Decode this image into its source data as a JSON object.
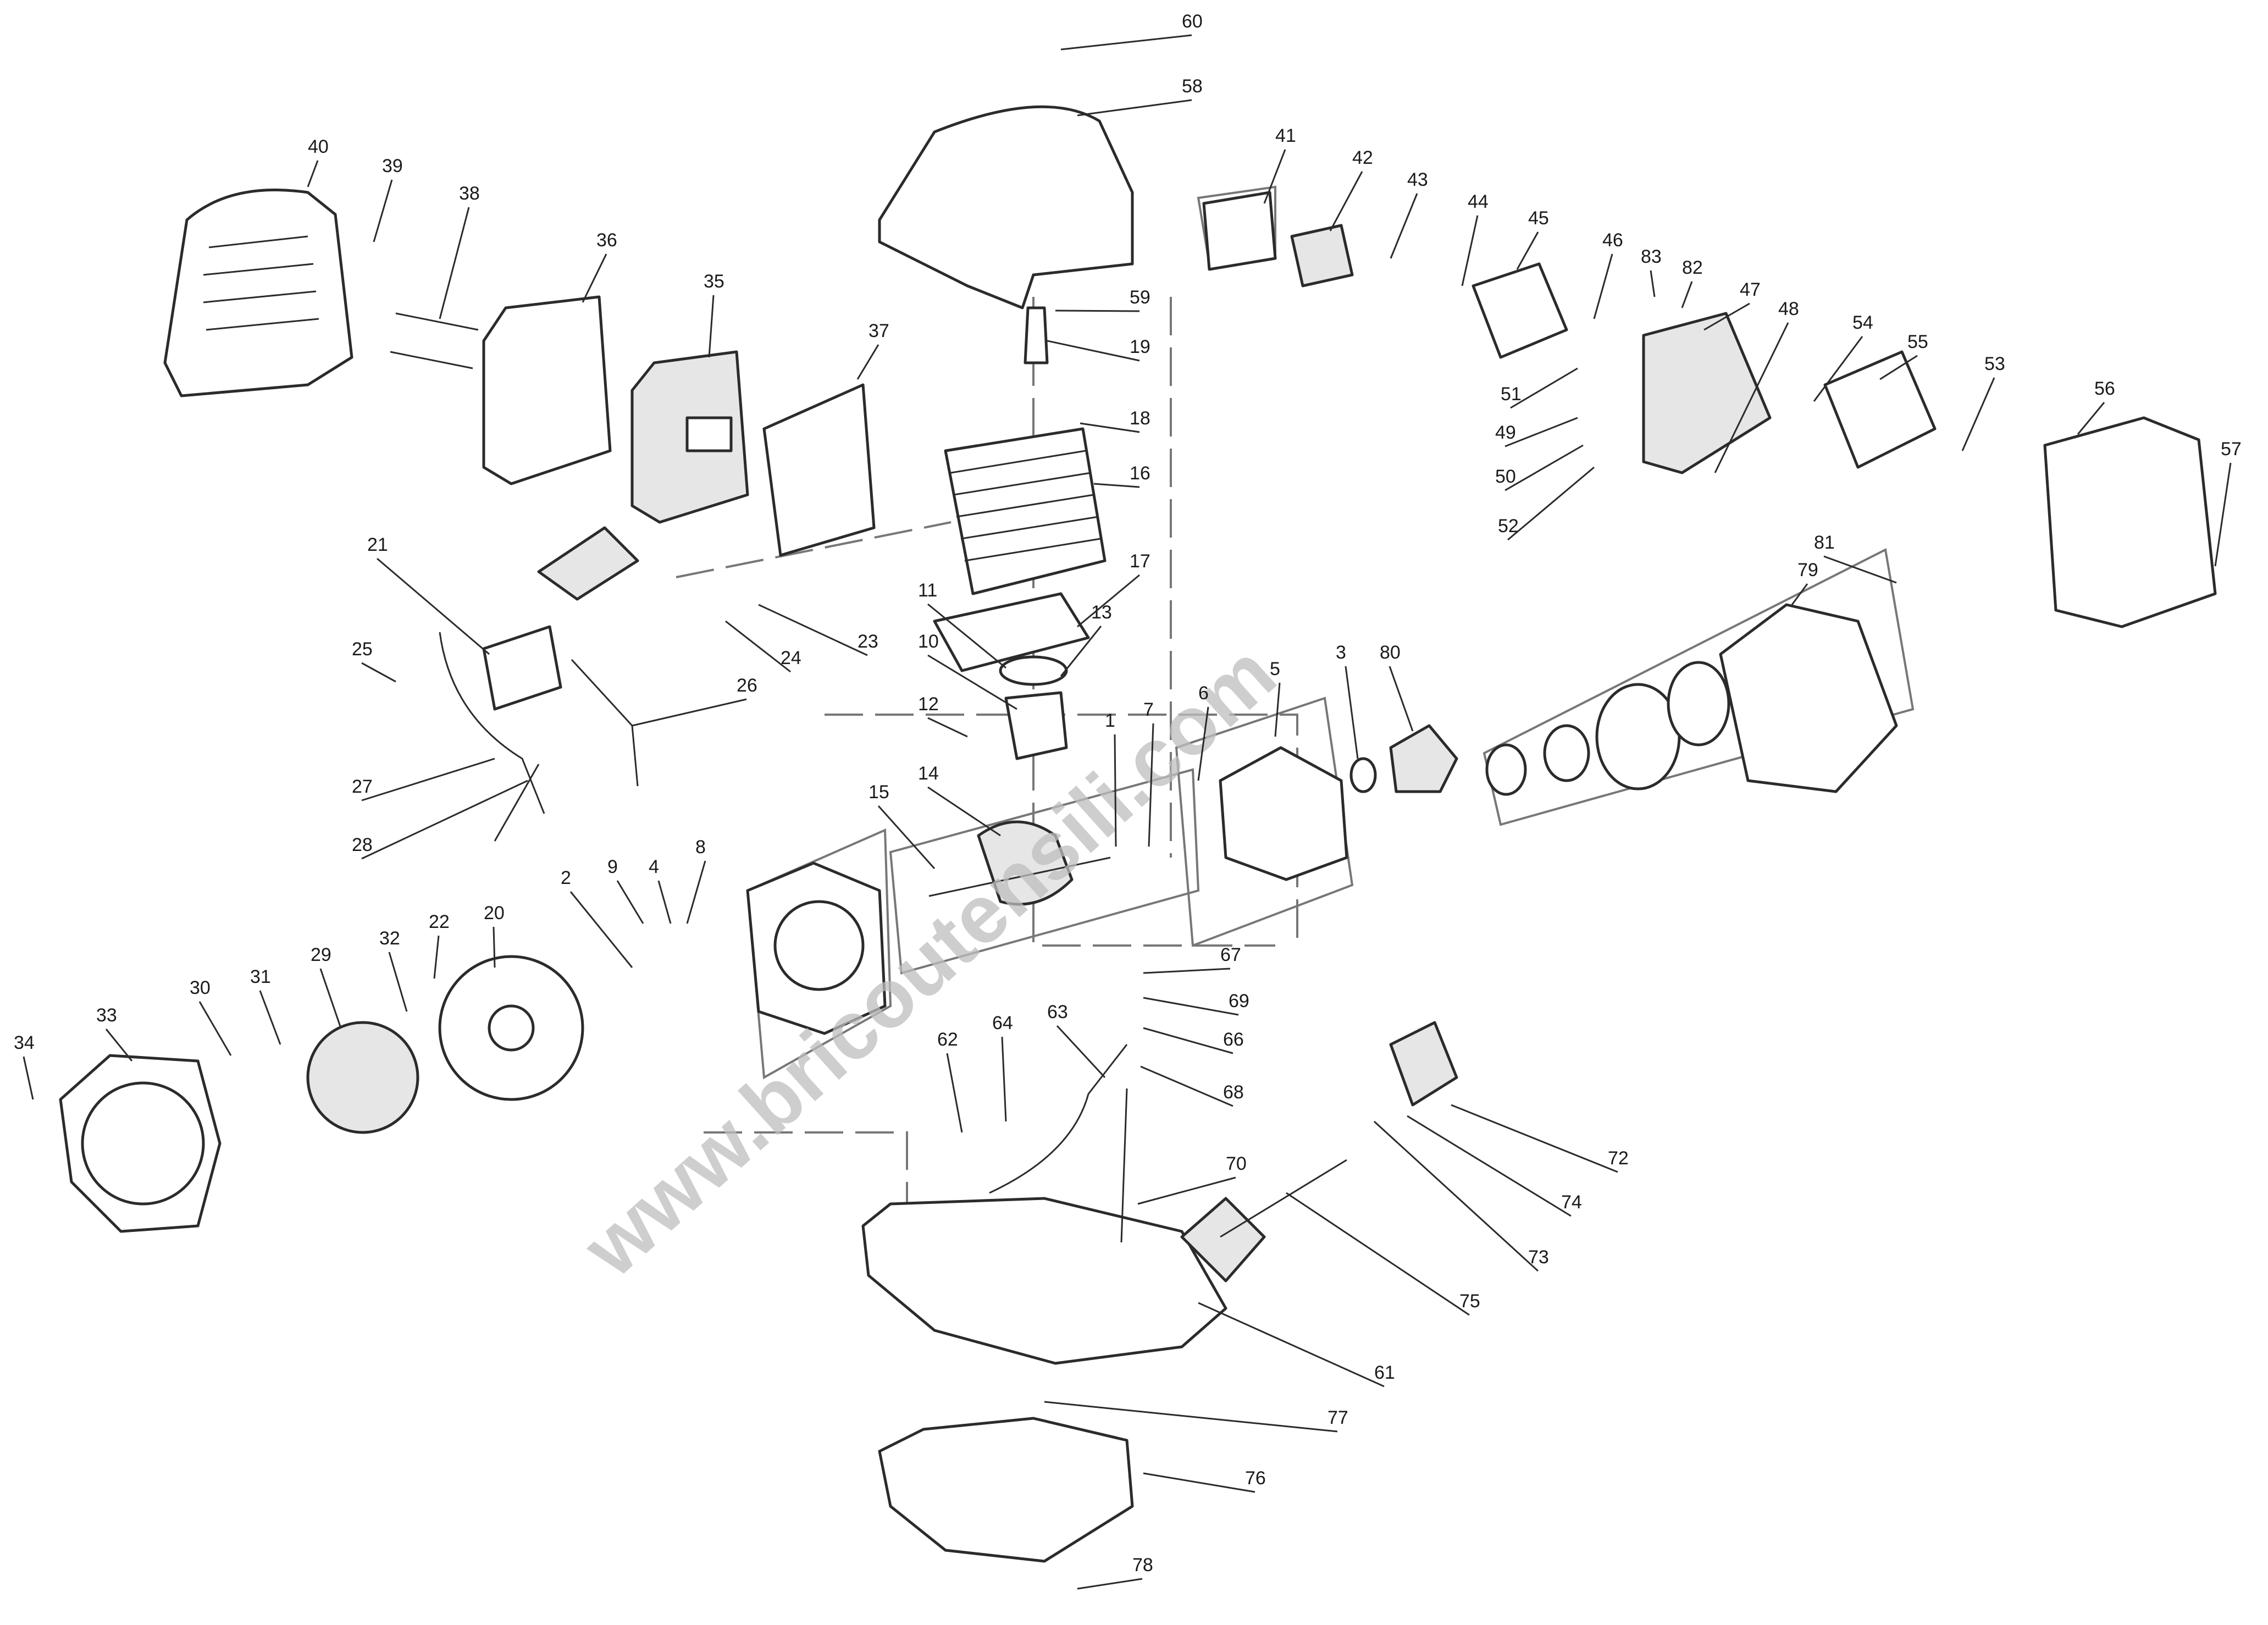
{
  "watermark": "www.bricoutensili.com",
  "callouts": [
    {
      "n": "1"
    },
    {
      "n": "2"
    },
    {
      "n": "3"
    },
    {
      "n": "4"
    },
    {
      "n": "5"
    },
    {
      "n": "6"
    },
    {
      "n": "7"
    },
    {
      "n": "8"
    },
    {
      "n": "9"
    },
    {
      "n": "10"
    },
    {
      "n": "11"
    },
    {
      "n": "12"
    },
    {
      "n": "13"
    },
    {
      "n": "14"
    },
    {
      "n": "15"
    },
    {
      "n": "16"
    },
    {
      "n": "17"
    },
    {
      "n": "18"
    },
    {
      "n": "19"
    },
    {
      "n": "20"
    },
    {
      "n": "21"
    },
    {
      "n": "22"
    },
    {
      "n": "23"
    },
    {
      "n": "24"
    },
    {
      "n": "25"
    },
    {
      "n": "26"
    },
    {
      "n": "27"
    },
    {
      "n": "28"
    },
    {
      "n": "29"
    },
    {
      "n": "30"
    },
    {
      "n": "31"
    },
    {
      "n": "32"
    },
    {
      "n": "33"
    },
    {
      "n": "34"
    },
    {
      "n": "35"
    },
    {
      "n": "36"
    },
    {
      "n": "37"
    },
    {
      "n": "38"
    },
    {
      "n": "39"
    },
    {
      "n": "40"
    },
    {
      "n": "41"
    },
    {
      "n": "42"
    },
    {
      "n": "43"
    },
    {
      "n": "44"
    },
    {
      "n": "45"
    },
    {
      "n": "46"
    },
    {
      "n": "47"
    },
    {
      "n": "48"
    },
    {
      "n": "49"
    },
    {
      "n": "50"
    },
    {
      "n": "51"
    },
    {
      "n": "52"
    },
    {
      "n": "53"
    },
    {
      "n": "54"
    },
    {
      "n": "55"
    },
    {
      "n": "56"
    },
    {
      "n": "57"
    },
    {
      "n": "58"
    },
    {
      "n": "59"
    },
    {
      "n": "60"
    },
    {
      "n": "61"
    },
    {
      "n": "62"
    },
    {
      "n": "63"
    },
    {
      "n": "64"
    },
    {
      "n": "66"
    },
    {
      "n": "67"
    },
    {
      "n": "68"
    },
    {
      "n": "69"
    },
    {
      "n": "70"
    },
    {
      "n": "72"
    },
    {
      "n": "73"
    },
    {
      "n": "74"
    },
    {
      "n": "75"
    },
    {
      "n": "76"
    },
    {
      "n": "77"
    },
    {
      "n": "78"
    },
    {
      "n": "79"
    },
    {
      "n": "80"
    },
    {
      "n": "81"
    },
    {
      "n": "82"
    },
    {
      "n": "83"
    }
  ]
}
